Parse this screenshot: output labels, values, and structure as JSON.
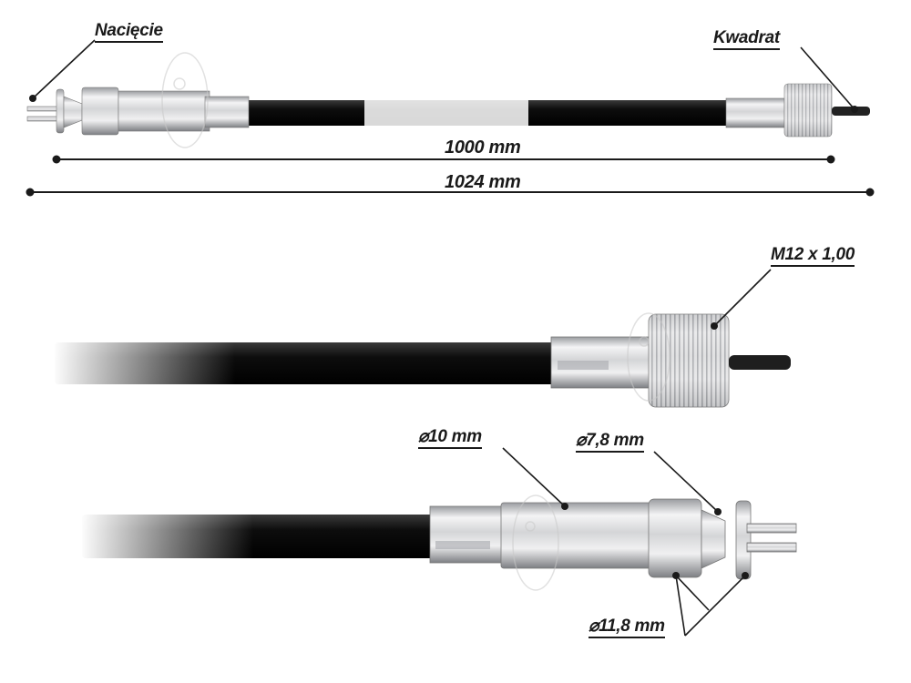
{
  "labels": {
    "naciecie": "Nacięcie",
    "kwadrat": "Kwadrat",
    "length_inner": "1000 mm",
    "length_total": "1024 mm",
    "thread": "M12 x 1,00",
    "diameter_10": "⌀10 mm",
    "diameter_7_8": "⌀7,8 mm",
    "diameter_11_8": "⌀11,8 mm"
  },
  "colors": {
    "cable": "#111111",
    "metal_light": "#e9e9ea",
    "metal_dark": "#8a8c90",
    "annotation": "#1a1a1a"
  },
  "icons": {
    "watermark": "circular-watermark-seal"
  }
}
